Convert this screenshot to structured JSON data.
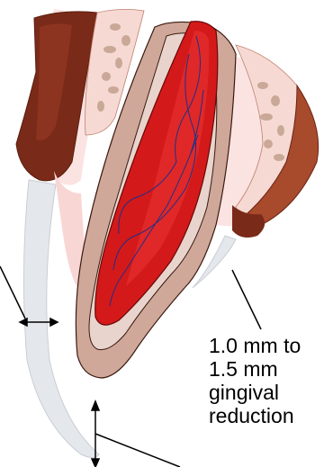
{
  "annotation": {
    "lines": [
      "1.0 mm to",
      "1.5 mm",
      "gingival",
      "reduction"
    ]
  },
  "colors": {
    "bone_dark": "#7a2a18",
    "bone_mid": "#a84a2c",
    "gum_pink": "#f4c6c6",
    "gum_light": "#fbe3e2",
    "enamel": "#cfa89a",
    "dentin": "#e8d4cc",
    "pulp": "#d4191a",
    "pulp_dark": "#9a1010",
    "canal_lines": "#1f2f88",
    "trabecular": "#d8b8a8",
    "shell": "#e2e6ea"
  }
}
